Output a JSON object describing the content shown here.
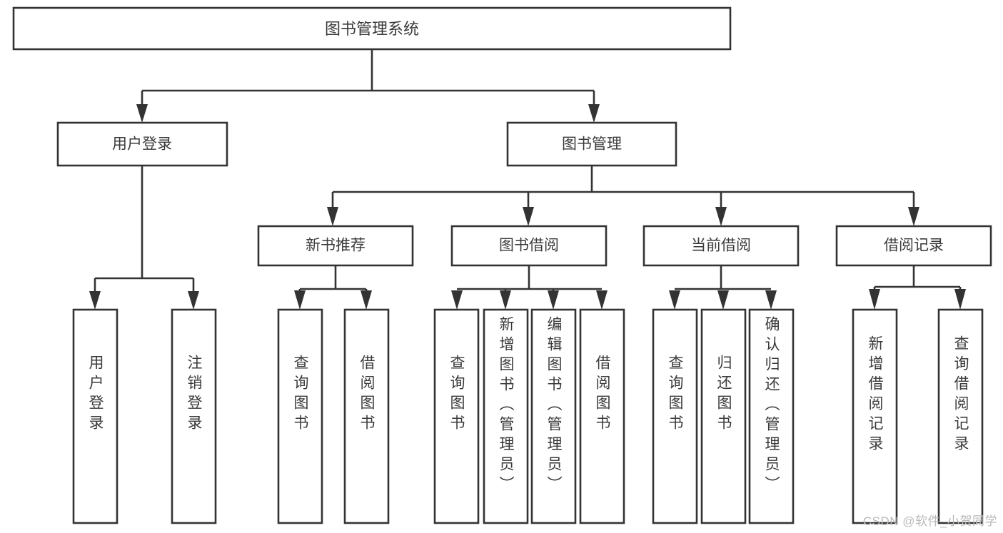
{
  "diagram": {
    "type": "tree-hierarchy",
    "title": "图书管理系统",
    "colors": {
      "background": "#ffffff",
      "box_fill": "#ffffff",
      "box_stroke": "#333333",
      "text": "#3a3a3a",
      "watermark": "#b9b9b9"
    },
    "root": {
      "label": "图书管理系统"
    },
    "level2": [
      {
        "label": "用户登录"
      },
      {
        "label": "图书管理"
      }
    ],
    "level3": [
      {
        "label": "新书推荐"
      },
      {
        "label": "图书借阅"
      },
      {
        "label": "当前借阅"
      },
      {
        "label": "借阅记录"
      }
    ],
    "leaves": {
      "user_login": [
        {
          "label": "用户登录"
        },
        {
          "label": "注销登录"
        }
      ],
      "new_book_recommend": [
        {
          "label": "查询图书"
        },
        {
          "label": "借阅图书"
        }
      ],
      "book_borrow": [
        {
          "label": "查询图书"
        },
        {
          "label": "新增图书（管理员）"
        },
        {
          "label": "编辑图书（管理员）"
        },
        {
          "label": "借阅图书"
        }
      ],
      "current_borrow": [
        {
          "label": "查询图书"
        },
        {
          "label": "归还图书"
        },
        {
          "label": "确认归还（管理员）"
        }
      ],
      "borrow_record": [
        {
          "label": "新增借阅记录"
        },
        {
          "label": "查询借阅记录"
        }
      ]
    },
    "watermark": "CSDN @软件_小贺同学"
  }
}
